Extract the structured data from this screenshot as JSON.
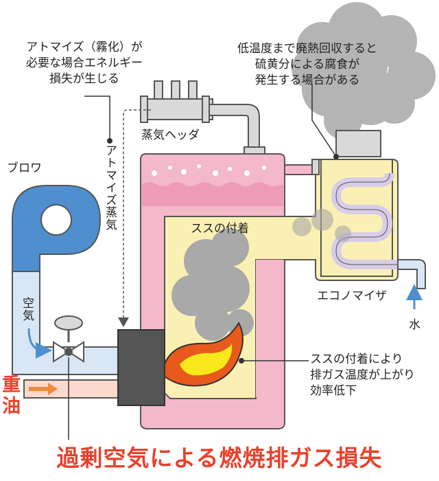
{
  "title": "過剰空気による燃焼排ガス損失",
  "labels": {
    "atomize_note": [
      "アトマイズ（霧化）が",
      "必要な場合エネルギー",
      "損失が生じる"
    ],
    "corrosion_note": [
      "低温度まで廃熱回収すると",
      "硫黄分による腐食が",
      "発生する場合がある"
    ],
    "steam_header": "蒸気ヘッダ",
    "blower": "ブロワ",
    "atomize_steam": "アトマイズ蒸気",
    "air": "空気",
    "fuel": "重油",
    "soot": "ススの付着",
    "economizer": "エコノマイザ",
    "water": "水",
    "soot_effect": [
      "ススの付着により",
      "排ガス温度が上がり",
      "効率低下"
    ]
  },
  "colors": {
    "title_red": "#e8412c",
    "boiler_pink": "#f4b8cb",
    "water_pink": "#ee9bb8",
    "gas_yellow": "#fbf0b4",
    "pipe_blue": "#d9e6f5",
    "blower_blue": "#4f8fd0",
    "fuel_pipe": "#fbd9cc",
    "fuel_arrow": "#ef8a3c",
    "pipe_gray": "#d9d9d9",
    "smoke_gray": "#b4b4b4",
    "soot_gray": "#a9a9a9",
    "burner_dark": "#555555",
    "coil_lavender": "#d8cde8"
  },
  "icons": [
    "smoke-cloud",
    "soot-cloud",
    "flame",
    "valve",
    "blower-fan",
    "arrow"
  ]
}
